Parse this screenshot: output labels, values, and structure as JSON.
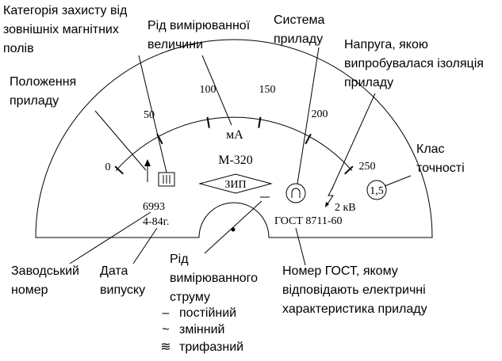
{
  "scale_labels": [
    "0",
    "50",
    "100",
    "150",
    "200",
    "250"
  ],
  "callouts": {
    "magnetic_category": [
      "Категорія захисту від",
      "зовнішніх магнітних",
      "полів"
    ],
    "measured_quantity": [
      "Рід вимірюванної",
      "величини"
    ],
    "device_system": [
      "Система",
      "приладу"
    ],
    "test_voltage": [
      "Напруга, якою",
      "випробувалася ізоляція",
      "приладу"
    ],
    "position": [
      "Положення",
      "приладу"
    ],
    "accuracy_class": [
      "Клас",
      "точності"
    ],
    "serial_number": [
      "Заводський",
      "номер"
    ],
    "release_date": [
      "Дата",
      "випуску"
    ],
    "current_type": [
      "Рід",
      "вимірюванного",
      "струму"
    ],
    "gost_number": [
      "Номер ГОСТ, якому",
      "відповідають електричні",
      "характеристика приладу"
    ]
  },
  "dial": {
    "unit": "мА",
    "model": "М-320",
    "zip": "ЗИП",
    "serial": "6993",
    "date": "4-84г.",
    "gost": "ГОСТ 8711-60",
    "voltage": "2 кВ",
    "accuracy": "1,5"
  },
  "current_legend": [
    {
      "symbol": "–",
      "label": "постійний"
    },
    {
      "symbol": "~",
      "label": "змінний"
    },
    {
      "symbol": "≋",
      "label": "трифазний"
    }
  ]
}
